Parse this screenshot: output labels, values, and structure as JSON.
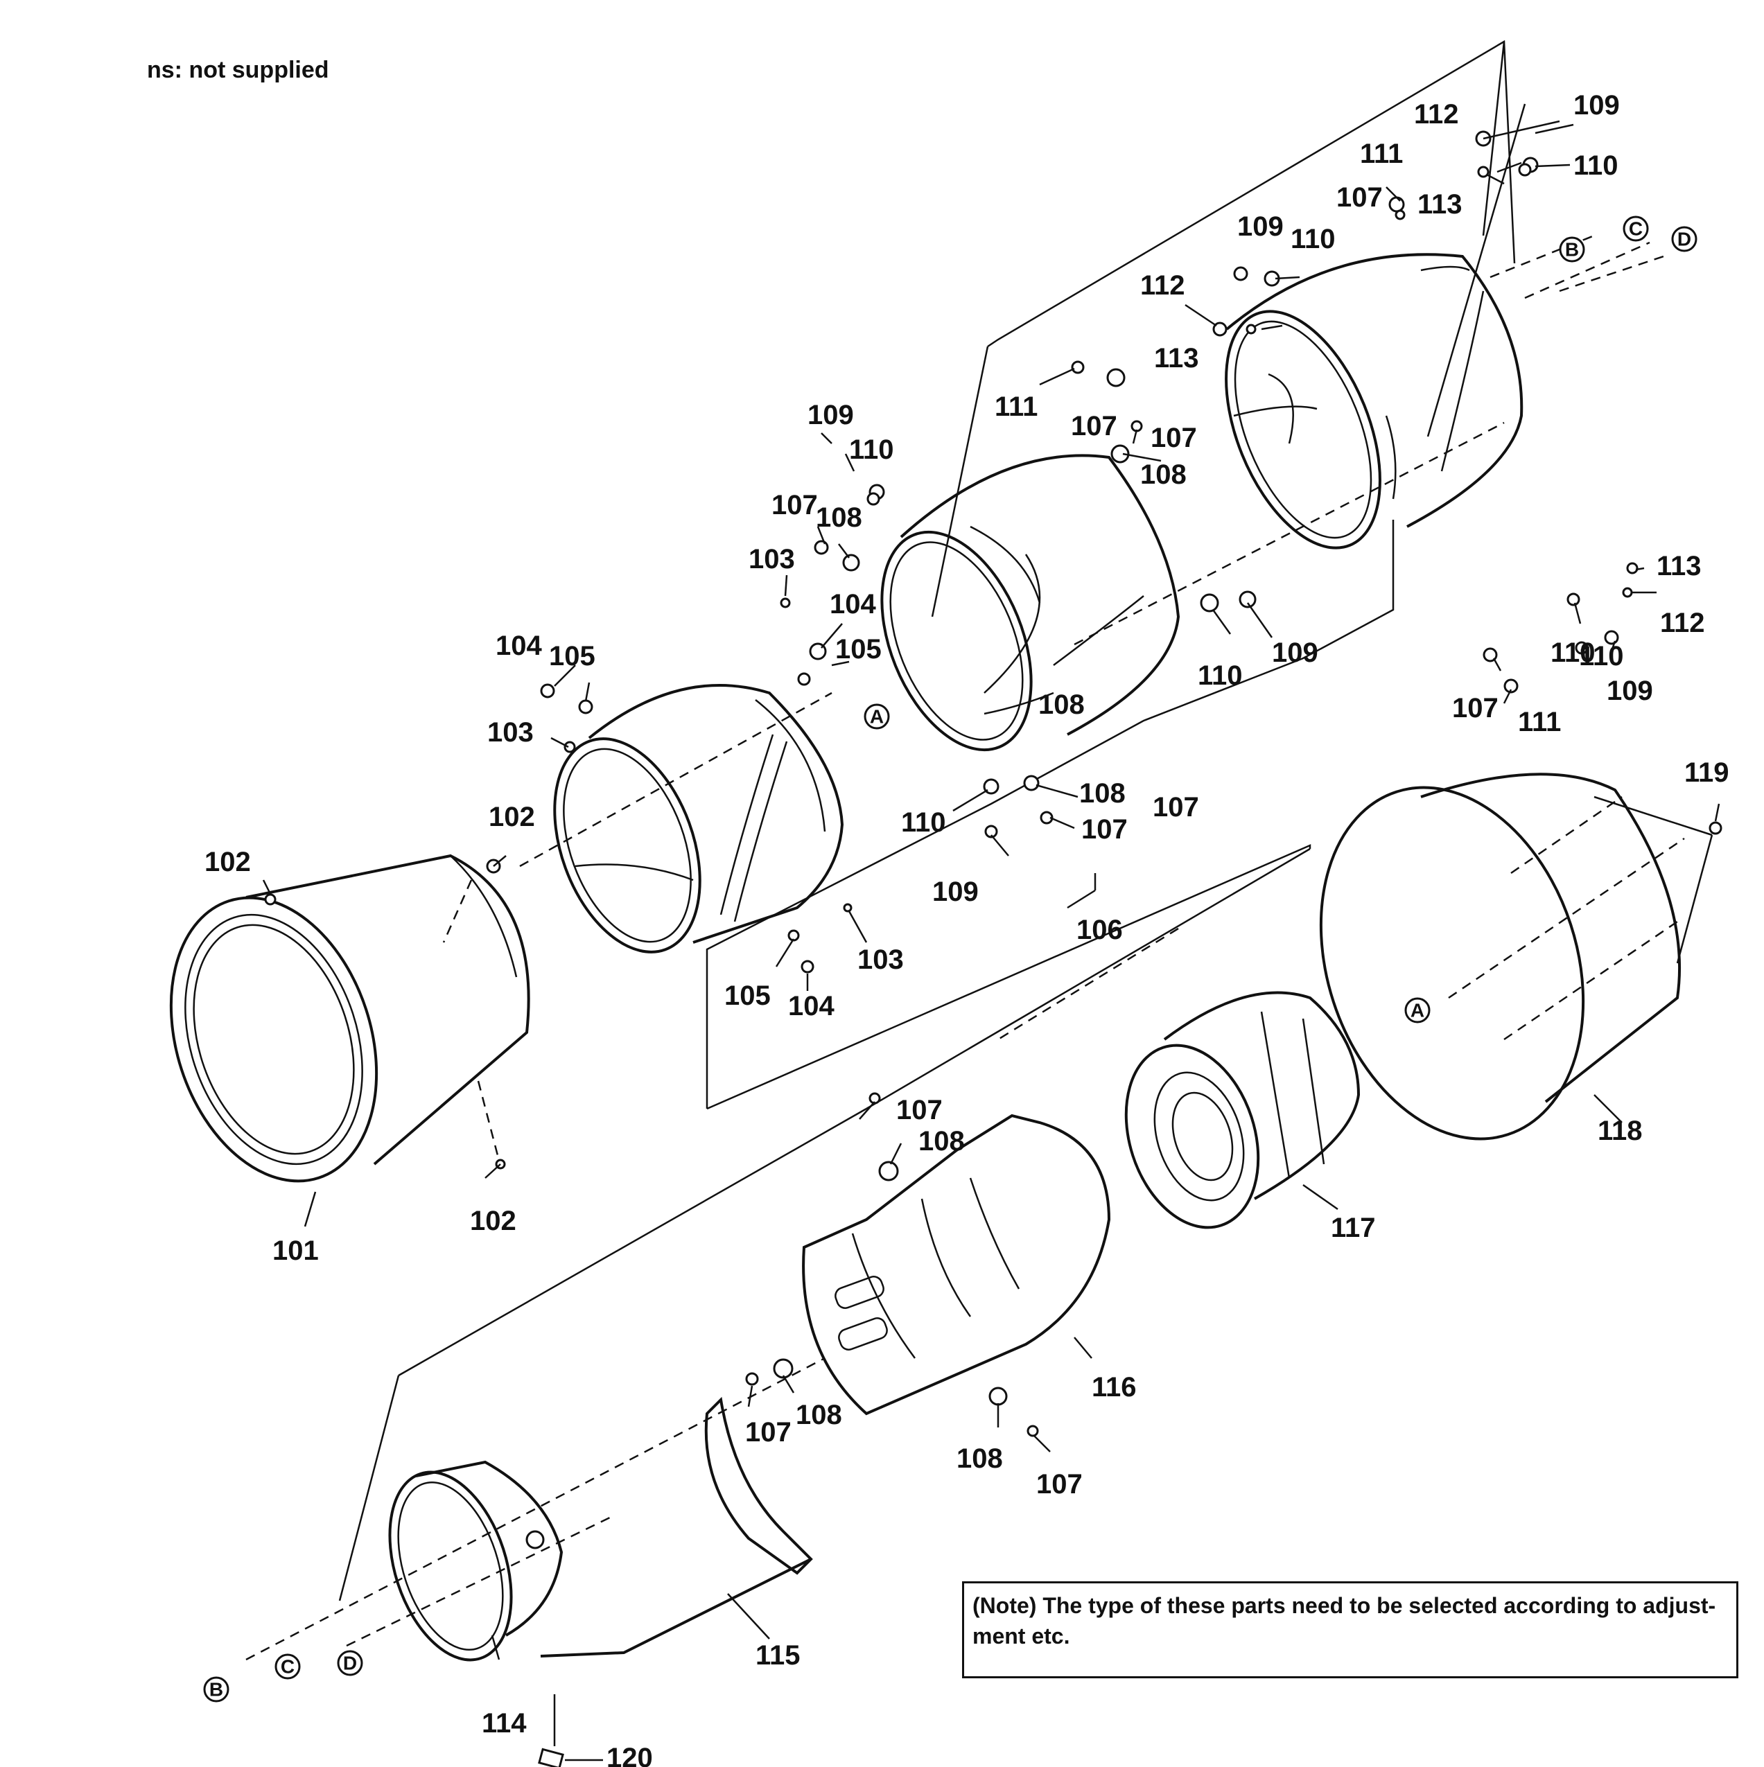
{
  "legend": {
    "ns_note": "ns: not supplied"
  },
  "note": {
    "text": "(Note) The type of these parts need to be selected according to adjust- ment etc."
  },
  "reference_marks": [
    "A",
    "B",
    "C",
    "D"
  ],
  "callouts": [
    "101",
    "102",
    "102",
    "102",
    "103",
    "103",
    "103",
    "104",
    "104",
    "104",
    "105",
    "105",
    "105",
    "106",
    "107",
    "107",
    "107",
    "107",
    "107",
    "107",
    "107",
    "107",
    "107",
    "107",
    "108",
    "108",
    "108",
    "108",
    "108",
    "108",
    "108",
    "109",
    "109",
    "109",
    "109",
    "109",
    "109",
    "110",
    "110",
    "110",
    "110",
    "110",
    "110",
    "110",
    "111",
    "111",
    "111",
    "112",
    "112",
    "112",
    "113",
    "113",
    "113",
    "114",
    "115",
    "116",
    "117",
    "118",
    "119",
    "120"
  ]
}
